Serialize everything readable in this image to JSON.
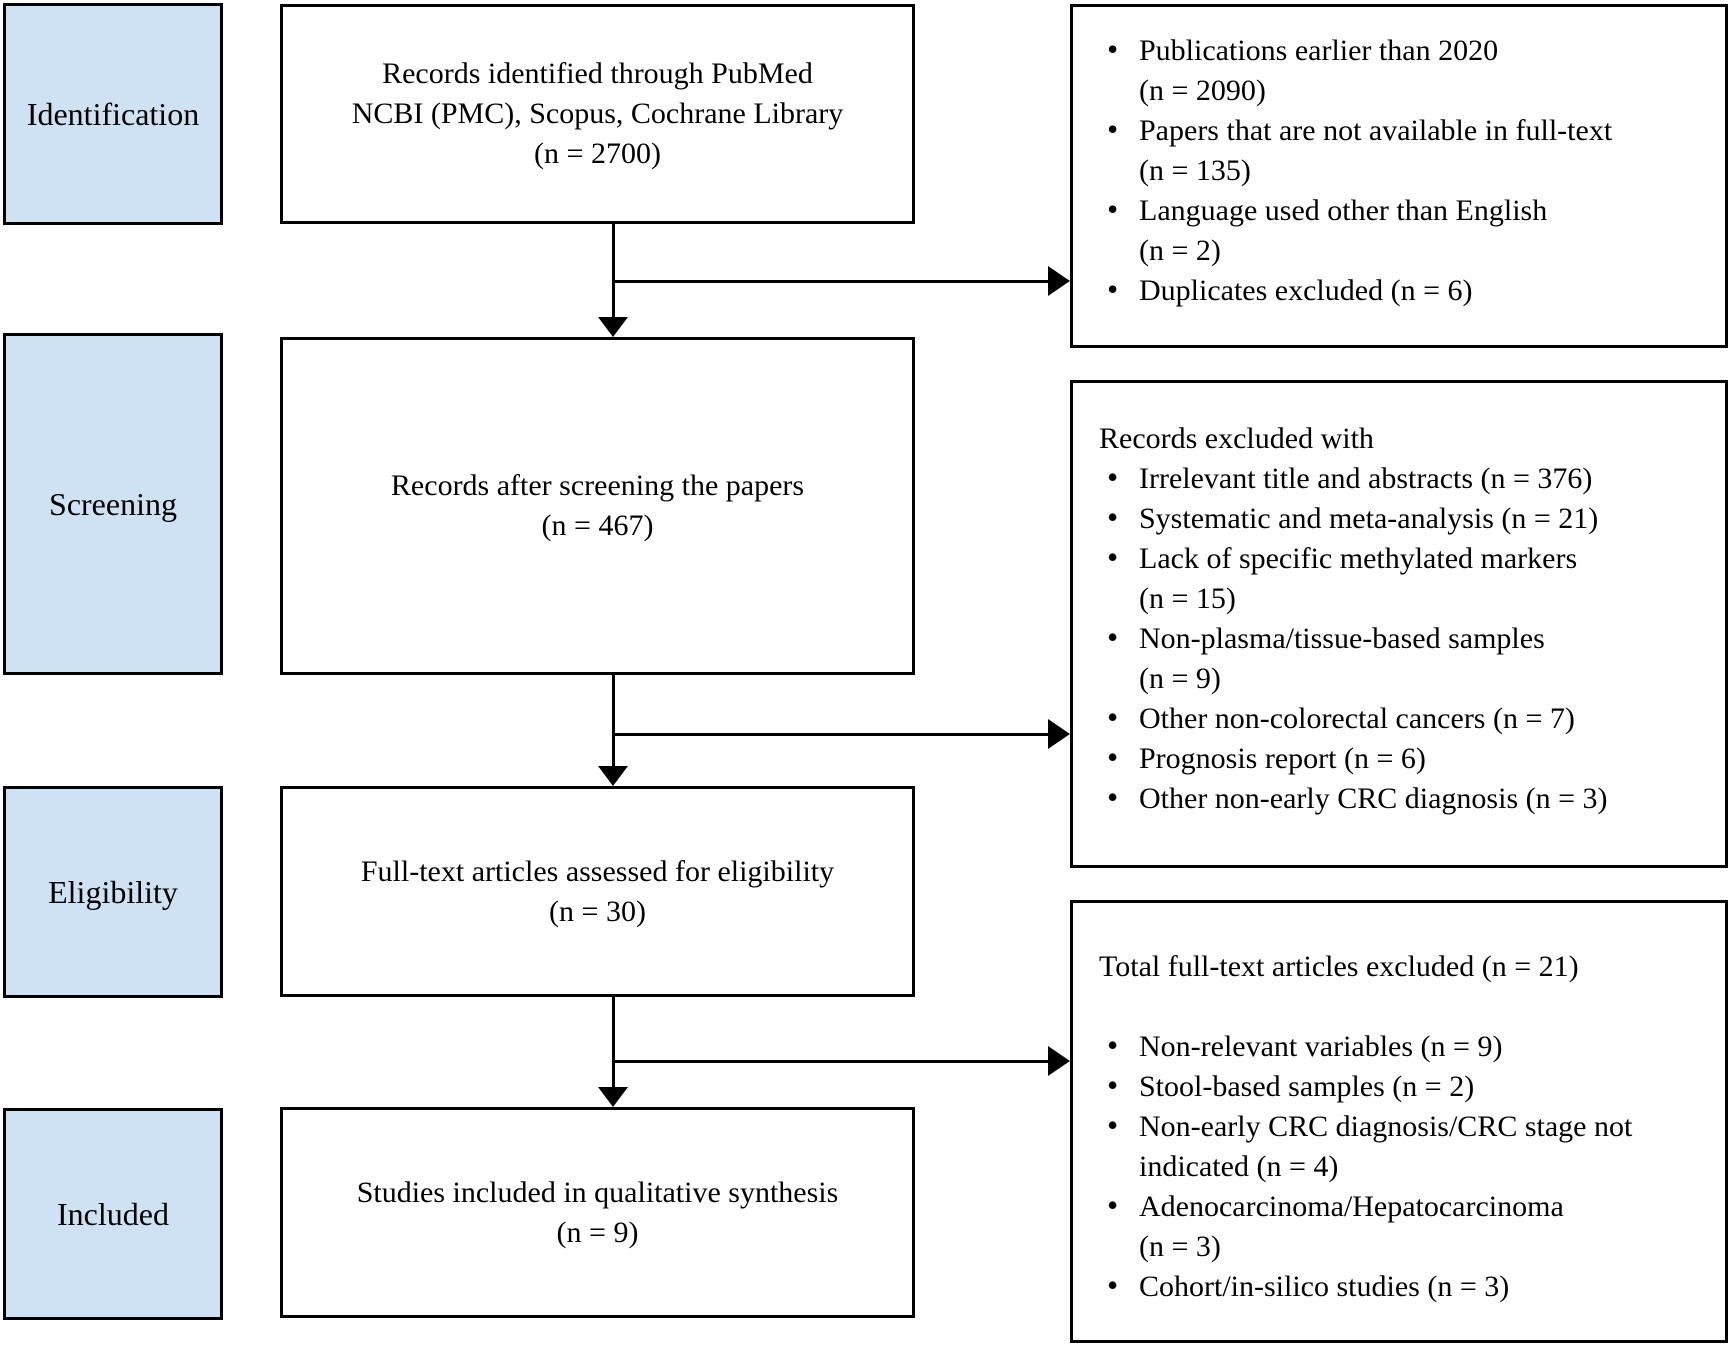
{
  "diagram_type": "prisma-flow",
  "colors": {
    "stage_fill": "#cfe2f3",
    "border": "#000000",
    "background": "#ffffff",
    "text": "#000000"
  },
  "side_labels": [
    "Identification",
    "Screening",
    "Eligibility",
    "Included"
  ],
  "center_boxes": [
    {
      "text": "Records identified through PubMed\nNCBI (PMC), Scopus, Cochrane Library\n(n = 2700)"
    },
    {
      "text": "Records after screening the papers\n(n = 467)"
    },
    {
      "text": "Full-text articles assessed for eligibility\n(n = 30)"
    },
    {
      "text": "Studies included in qualitative synthesis\n(n = 9)"
    }
  ],
  "right_boxes": [
    {
      "bullets": [
        "Publications earlier than 2020\n(n = 2090)",
        "Papers that are not available in full-text\n(n = 135)",
        "Language used other than English\n(n = 2)",
        "Duplicates excluded (n = 6)"
      ]
    },
    {
      "header": "Records excluded with",
      "bullets": [
        "Irrelevant title and abstracts (n = 376)",
        "Systematic and meta-analysis (n = 21)",
        "Lack of specific methylated markers\n(n = 15)",
        "Non-plasma/tissue-based samples\n(n = 9)",
        "Other non-colorectal cancers (n = 7)",
        "Prognosis report (n = 6)",
        "Other non-early CRC diagnosis (n = 3)"
      ]
    },
    {
      "header": "Total full-text articles excluded (n = 21)",
      "bullets": [
        "Non-relevant variables (n = 9)",
        "Stool-based samples (n = 2)",
        "Non-early CRC diagnosis/CRC stage not\nindicated (n = 4)",
        "Adenocarcinoma/Hepatocarcinoma\n(n = 3)",
        "Cohort/in-silico studies (n = 3)"
      ]
    }
  ]
}
